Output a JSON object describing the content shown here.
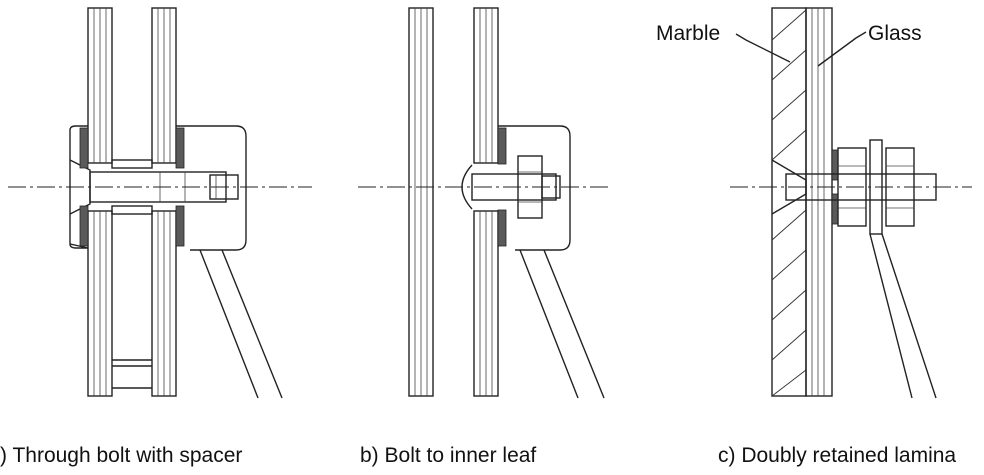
{
  "panels": [
    {
      "caption": ") Through bolt with spacer"
    },
    {
      "caption": "b) Bolt to inner leaf"
    },
    {
      "caption": "c) Doubly retained lamina"
    }
  ],
  "callouts": {
    "marble": "Marble",
    "glass": "Glass"
  }
}
